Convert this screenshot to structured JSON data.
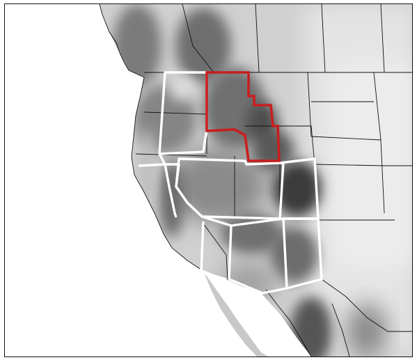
{
  "map": {
    "kind": "western-us-grayscale-field",
    "background_color": "#ffffff",
    "field_light_color": "#e8e8e8",
    "field_dark_color": "#2a2a2a",
    "state_boundary_color": "#111111",
    "region_outline_color": "#ffffff",
    "highlight_color": "#c81e1e",
    "highlighted_region": "idaho-montana-wyoming-subregion",
    "outlined_regions": [
      "pacific-northwest",
      "northern-california",
      "great-basin",
      "colorado-plateau-north",
      "rocky-mountain-east",
      "southern-california",
      "arizona",
      "new-mexico"
    ]
  }
}
